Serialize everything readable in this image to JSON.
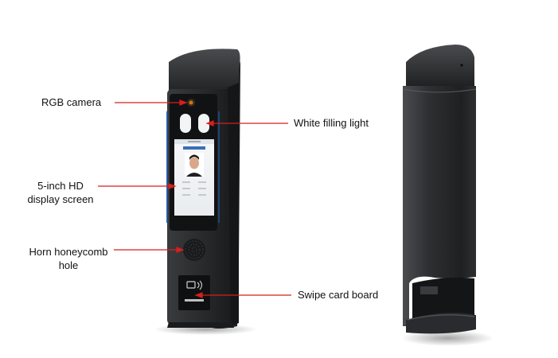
{
  "labels": {
    "rgb_camera": "RGB camera",
    "white_filling_light": "White filling light",
    "display_line1": "5-inch HD",
    "display_line2": "display screen",
    "horn_line1": "Horn honeycomb",
    "horn_line2": "hole",
    "swipe_card_board": "Swipe card board"
  },
  "colors": {
    "callout_line": "#d81e1e",
    "device_body": "#2b2c2e",
    "device_front": "#1c1d1f",
    "screen_glow": "#1e5aa8"
  }
}
